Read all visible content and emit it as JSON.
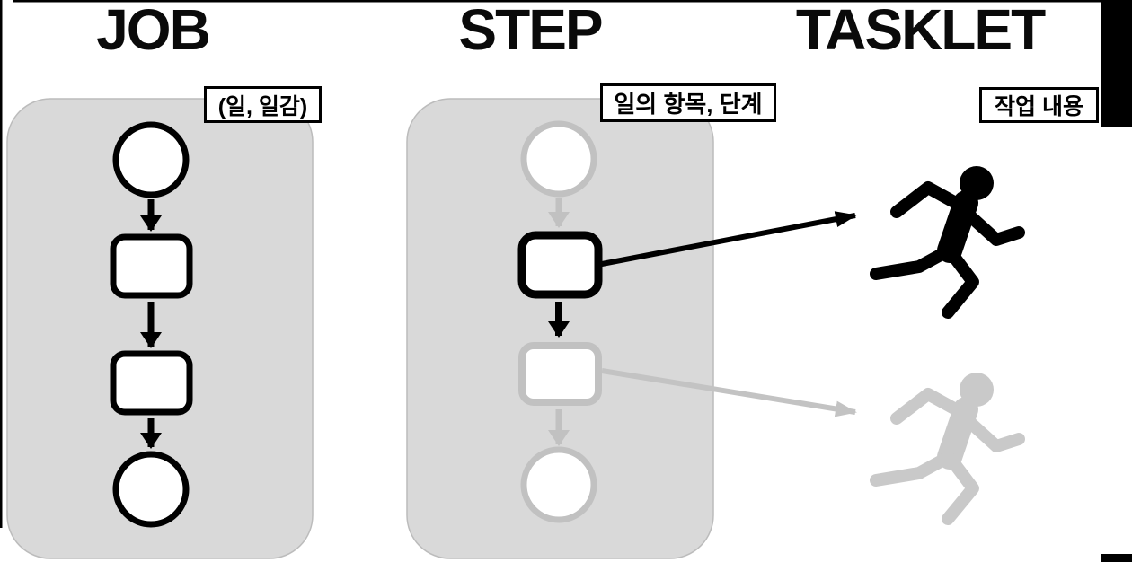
{
  "slide": {
    "columns": [
      {
        "heading": "JOB",
        "annotation": "(일, 일감)"
      },
      {
        "heading": "STEP",
        "annotation": "일의 항목, 단계"
      },
      {
        "heading": "TASKLET",
        "annotation": "작업 내용"
      }
    ],
    "job_flow": [
      "start-circle",
      "step-box",
      "step-box",
      "end-circle"
    ],
    "step_flow": {
      "highlighted_node": "first step-box (black)",
      "muted_nodes": [
        "start-circle",
        "second step-box",
        "end-circle"
      ]
    },
    "tasklet_items": [
      {
        "icon": "running-person-icon",
        "state": "active",
        "color": "#000000"
      },
      {
        "icon": "running-person-icon",
        "state": "inactive",
        "color": "#c9c9c9"
      }
    ],
    "connectors": [
      {
        "from": "highlighted step-box",
        "to": "active running-person-icon",
        "color": "#000000"
      },
      {
        "from": "muted step-box",
        "to": "inactive running-person-icon",
        "color": "#c3c3c3"
      }
    ],
    "colors": {
      "background": "#ffffff",
      "container_fill": "#d9d9d9",
      "container_edge": "#bcbcbc",
      "active_stroke": "#000000",
      "muted_stroke": "#c1c1c1",
      "runner_inactive": "#c9c9c9",
      "edge_bar": "#000000"
    }
  }
}
